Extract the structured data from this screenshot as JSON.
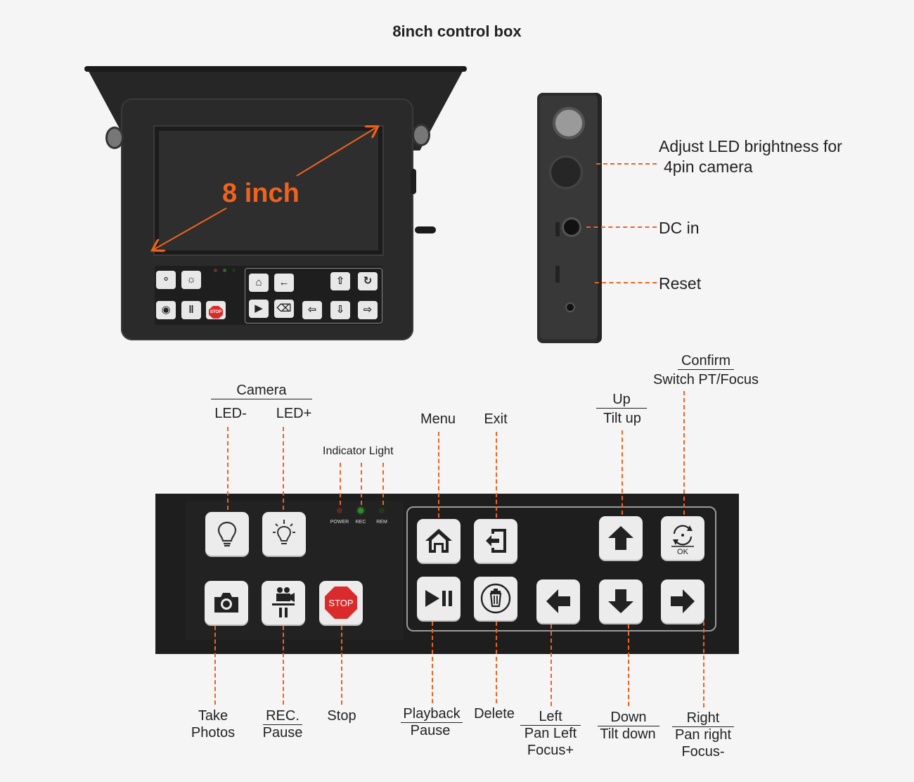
{
  "title": "8inch control box",
  "monitor": {
    "size_label": "8 inch"
  },
  "side_view": {
    "led_brightness_line1": "Adjust LED brightness for",
    "led_brightness_line2": "4pin camera",
    "dc_in": "DC in",
    "reset": "Reset"
  },
  "indicator": {
    "heading": "Indicator Light",
    "power": "POWER",
    "rec": "REC",
    "rem": "REM",
    "colors": {
      "power": "#5a2a1e",
      "rec": "#2f8a2a",
      "rem": "#1f3a1f"
    }
  },
  "stop_key_text": "STOP",
  "ok_key_text": "OK",
  "labels": {
    "camera": "Camera",
    "led_minus": "LED-",
    "led_plus": "LED+",
    "menu": "Menu",
    "exit": "Exit",
    "up": "Up",
    "tilt_up": "Tilt up",
    "confirm": "Confirm",
    "switch": "Switch PT/Focus",
    "take": "Take",
    "photos": "Photos",
    "rec": "REC.",
    "pause": "Pause",
    "stop": "Stop",
    "playback": "Playback",
    "playback_pause": "Pause",
    "delete": "Delete",
    "left": "Left",
    "pan_left": "Pan Left",
    "focus_plus": "Focus+",
    "down": "Down",
    "tilt_down": "Tilt down",
    "right": "Right",
    "pan_right": "Pan right",
    "focus_minus": "Focus-"
  },
  "accent_color": "#f0621e"
}
